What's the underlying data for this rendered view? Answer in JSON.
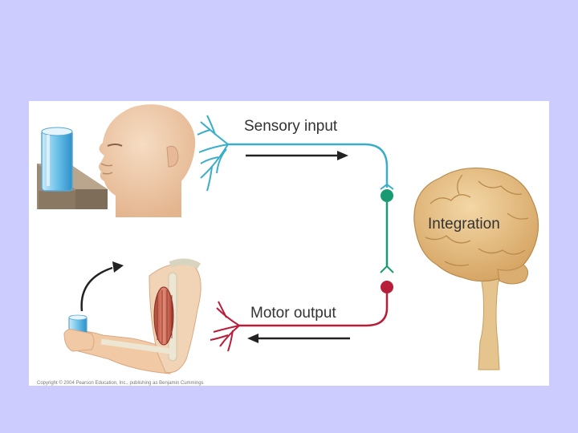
{
  "diagram": {
    "labels": {
      "sensory_input": "Sensory input",
      "integration": "Integration",
      "motor_output": "Motor output"
    },
    "copyright": "Copyright © 2004 Pearson Education, Inc., publishing as Benjamin Cummings"
  },
  "colors": {
    "background": "#ccccff",
    "sensory_nerve": "#3aaec8",
    "interneuron": "#1a9a72",
    "motor_nerve": "#b81d3a",
    "brain": "#dcb074",
    "skin": "#f1c9a5"
  }
}
